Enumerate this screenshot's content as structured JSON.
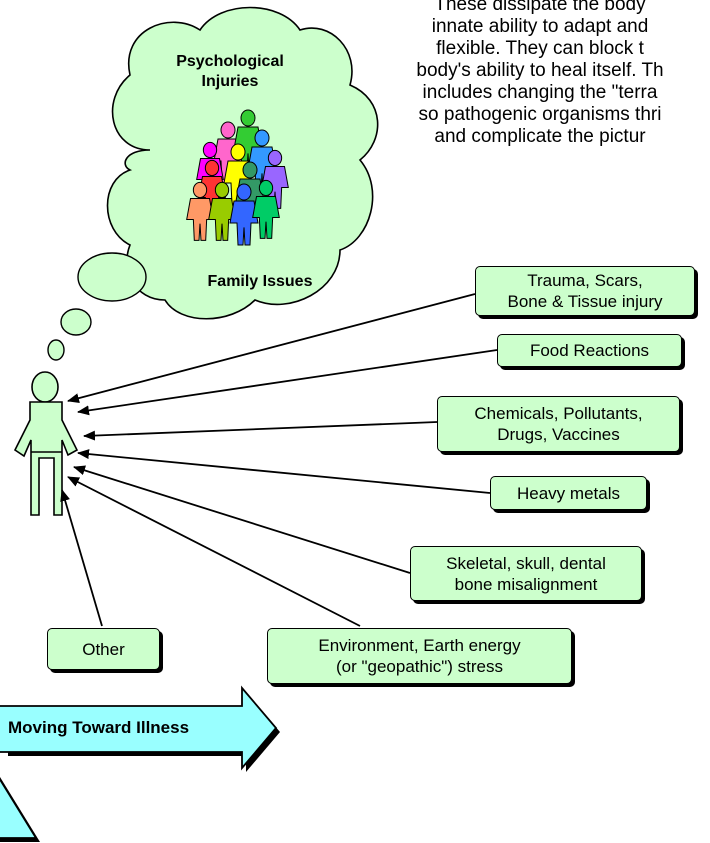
{
  "intro_text_lines": [
    "These dissipate the body",
    "innate ability to adapt and",
    "flexible. They can block t",
    "body's ability to heal itself. Th",
    "includes changing the \"terra",
    "so pathogenic organisms thri",
    "and complicate the pictur"
  ],
  "cloud": {
    "title_lines": [
      "Psychological",
      "Injuries"
    ],
    "bottom_label": "Family Issues"
  },
  "factor_boxes": {
    "trauma": [
      "Trauma, Scars,",
      "Bone & Tissue injury"
    ],
    "food": [
      "Food Reactions"
    ],
    "chemicals": [
      "Chemicals, Pollutants,",
      "Drugs, Vaccines"
    ],
    "metals": [
      "Heavy metals"
    ],
    "skeletal": [
      "Skeletal, skull, dental",
      "bone misalignment"
    ],
    "environment": [
      "Environment, Earth energy",
      "(or \"geopathic\") stress"
    ],
    "other": [
      "Other"
    ]
  },
  "progress_arrow_label": "Moving Toward Illness",
  "colors": {
    "box_fill": "#ccffcc",
    "cloud_fill": "#ccffcc",
    "arrow_fill": "#99ffff",
    "person_fill": "#ccffcc",
    "stroke": "#000000"
  },
  "family_figure_colors": [
    "#ff66cc",
    "#33cc33",
    "#ff00ff",
    "#3399ff",
    "#ffff00",
    "#9966ff",
    "#ff3333",
    "#339966",
    "#ff9966",
    "#99cc00",
    "#3366ff",
    "#00cc66"
  ]
}
